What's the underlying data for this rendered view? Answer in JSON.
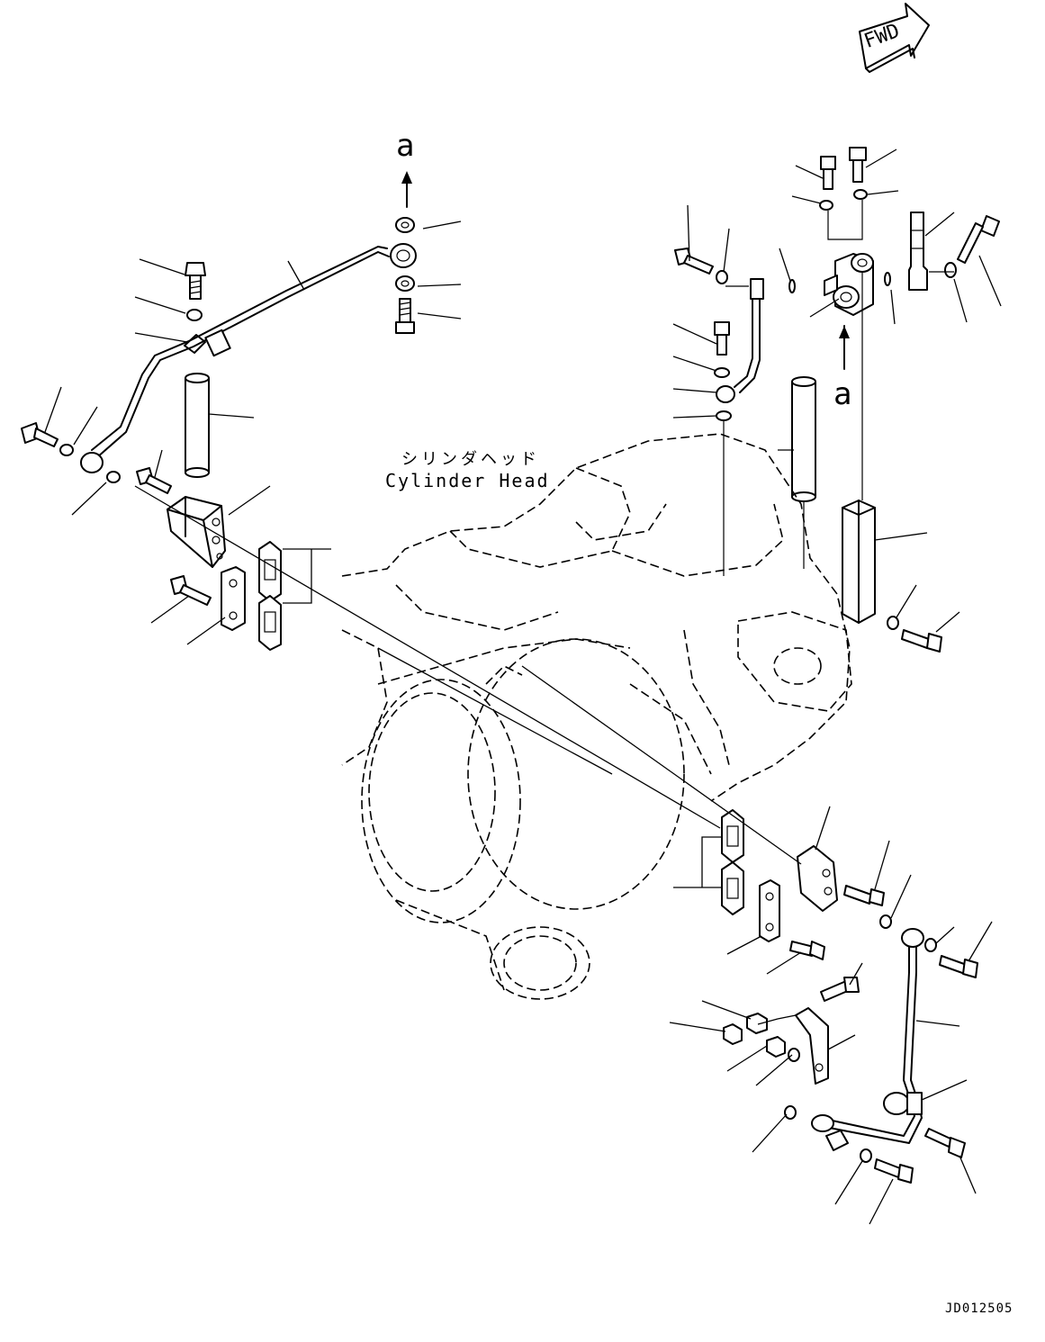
{
  "labels": {
    "fwd": "FWD",
    "view_marker_a": "a",
    "cylinder_head_jp": "シリンダヘッド",
    "cylinder_head_en": "Cylinder Head",
    "drawing_number": "JD012505"
  },
  "icons": {
    "fwd_arrow": "fwd-arrow-icon",
    "view_arrow": "view-direction-arrow-icon"
  }
}
